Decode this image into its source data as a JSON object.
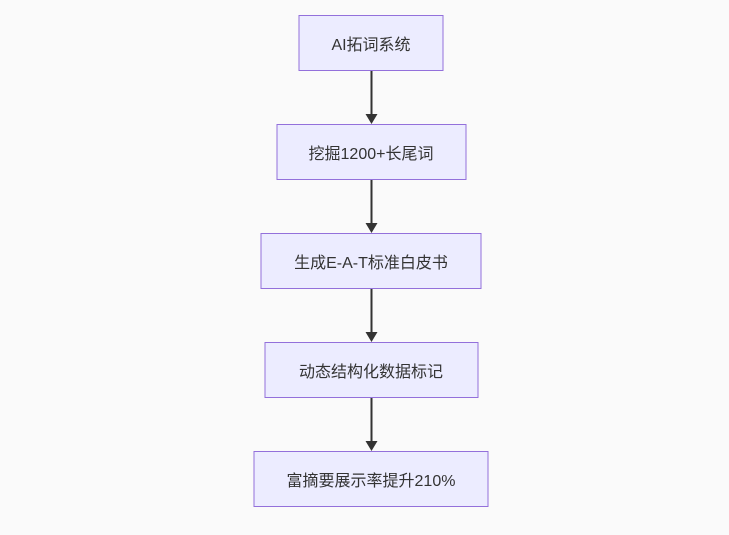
{
  "diagram": {
    "type": "flowchart-top-down",
    "nodes": [
      {
        "id": "node-ai-keyword-system",
        "label": "AI拓词系统"
      },
      {
        "id": "node-mine-longtail-keywords",
        "label": "挖掘1200+长尾词"
      },
      {
        "id": "node-generate-eat-whitepaper",
        "label": "生成E-A-T标准白皮书"
      },
      {
        "id": "node-dynamic-structured-data",
        "label": "动态结构化数据标记"
      },
      {
        "id": "node-rich-snippet-result",
        "label": "富摘要展示率提升210%"
      }
    ],
    "edges": [
      {
        "from": 0,
        "to": 1
      },
      {
        "from": 1,
        "to": 2
      },
      {
        "from": 2,
        "to": 3
      },
      {
        "from": 3,
        "to": 4
      }
    ],
    "colors": {
      "node_fill": "#ececff",
      "node_border": "#9370db",
      "arrow": "#333333",
      "text": "#333333",
      "background": "#fafafa"
    }
  }
}
